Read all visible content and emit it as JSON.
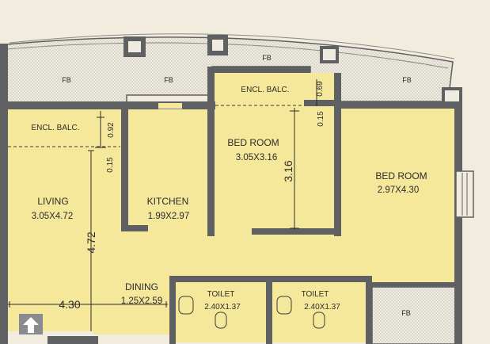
{
  "colors": {
    "background": "#f1ecdd",
    "room_fill": "#f6e89a",
    "wall": "#5f6062",
    "balcony_fill": "#efebe0",
    "text": "#2c2c2c",
    "stair_arrow": "#7e7f82"
  },
  "rooms": {
    "encl_balc_left": {
      "label": "ENCL. BALC."
    },
    "encl_balc_top": {
      "label": "ENCL. BALC."
    },
    "living": {
      "label": "LIVING",
      "dim": "3.05X4.72"
    },
    "kitchen": {
      "label": "KITCHEN",
      "dim": "1.99X2.97"
    },
    "bedroom_1": {
      "label": "BED ROOM",
      "dim": "3.05X3.16"
    },
    "bedroom_2": {
      "label": "BED ROOM",
      "dim": "2.97X4.30"
    },
    "dining": {
      "label": "DINING",
      "dim": "1.25X2.59"
    },
    "toilet_1": {
      "label": "TOILET",
      "dim": "2.40X1.37"
    },
    "toilet_2": {
      "label": "TOILET",
      "dim": "2.40X1.37"
    }
  },
  "flower_beds": {
    "fb_1": "FB",
    "fb_2": "FB",
    "fb_3": "FB",
    "fb_4": "FB",
    "fb_5": "FB"
  },
  "dimensions": {
    "d_092": "0.92",
    "d_015_left": "0.15",
    "d_069": "0.69",
    "d_015_top": "0.15",
    "d_316": "3.16",
    "d_472": "4.72",
    "d_430": "4.30"
  },
  "icons": {
    "entrance": "up-arrow-icon"
  }
}
